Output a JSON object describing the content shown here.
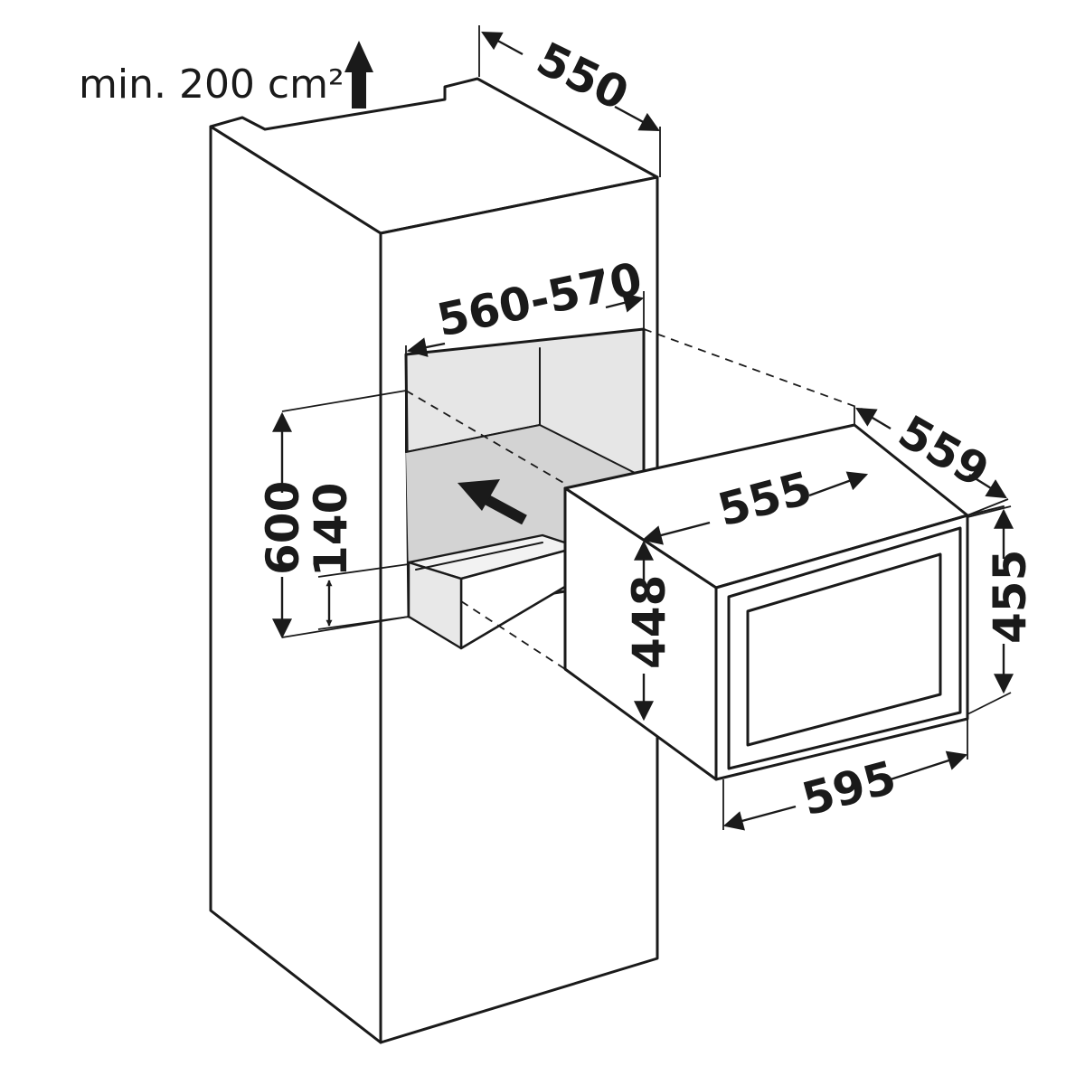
{
  "ventilation": {
    "label": "min. 200 cm²"
  },
  "dimensions": {
    "cabinet_depth": "550",
    "niche_width": "560-570",
    "niche_height": "600",
    "bottom_offset": "140",
    "appliance_depth": "559",
    "appliance_width": "555",
    "appliance_height": "448",
    "front_height": "455",
    "front_width": "595"
  },
  "colors": {
    "line": "#1a1a1a",
    "niche_fill": "#e6e6e6",
    "niche_floor": "#d3d3d3",
    "background": "#ffffff"
  }
}
